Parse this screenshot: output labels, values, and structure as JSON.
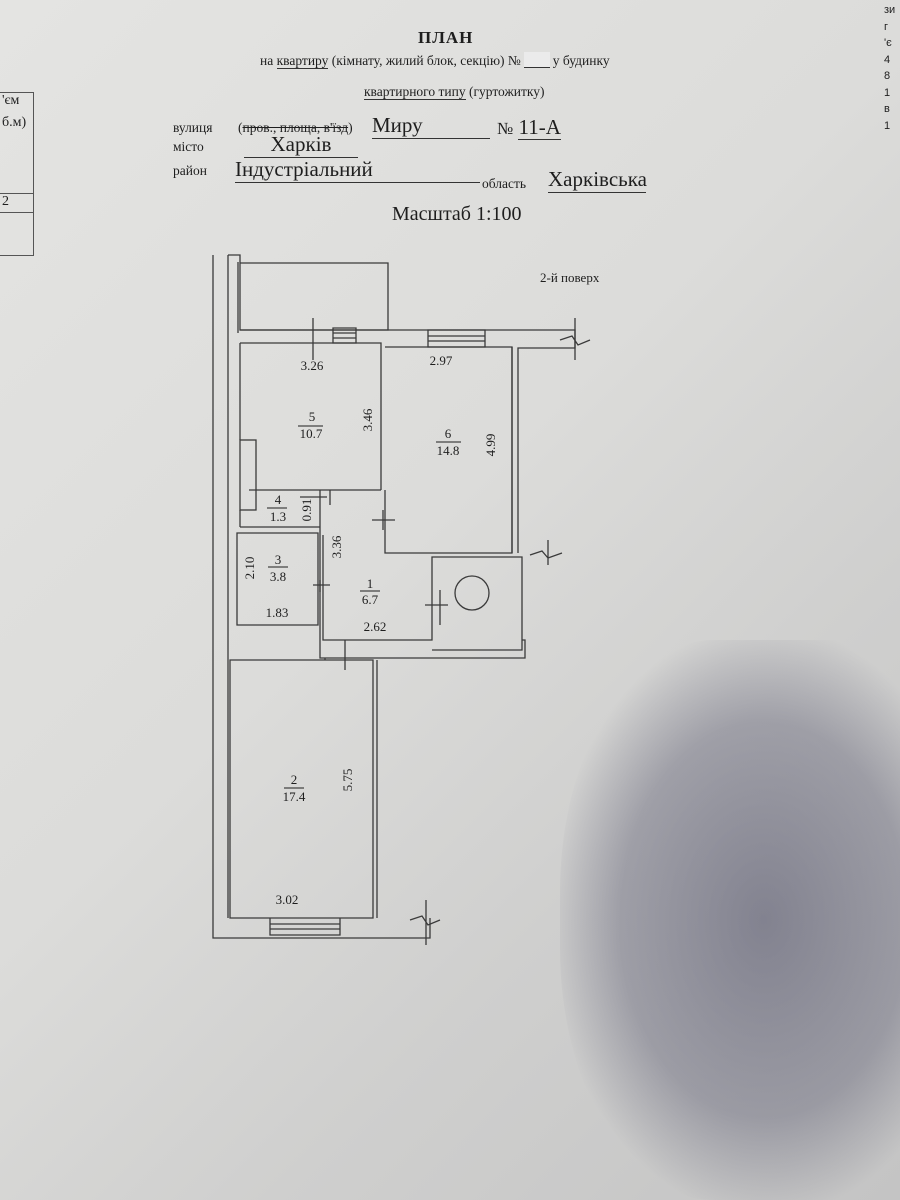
{
  "header": {
    "title": "ПЛАН",
    "line1_prefix": "на",
    "line1_object": "квартиру",
    "line1_rest": "(кімнату, жилий блок, секцію) №",
    "line1_suffix": "у будинку",
    "line2_type": "квартирного типу",
    "line2_rest": "(гуртожитку)",
    "street_label": "вулиця",
    "street_paren_open": "(",
    "street_struck": "пров., площа, в'їзд",
    "street_paren_close": ")",
    "street_value": "Миру",
    "number_label": "№",
    "number_value": "11-А",
    "city_label": "місто",
    "city_value": "Харків",
    "district_label": "район",
    "district_value": "Індустріальний",
    "region_label": "область",
    "region_value": "Харківська",
    "scale": "Масштаб 1:100"
  },
  "left_table_fragment": [
    "'єм",
    "б.м)",
    "2"
  ],
  "right_column_fragment": [
    "зи",
    "г",
    "'є",
    "4",
    "8",
    "1",
    "в",
    "1"
  ],
  "plan": {
    "floor": "2-й поверх",
    "rooms": [
      {
        "number": "1",
        "area": "6.7"
      },
      {
        "number": "2",
        "area": "17.4"
      },
      {
        "number": "3",
        "area": "3.8"
      },
      {
        "number": "4",
        "area": "1.3"
      },
      {
        "number": "5",
        "area": "10.7"
      },
      {
        "number": "6",
        "area": "14.8"
      }
    ],
    "dimensions": {
      "r5_width": "3.26",
      "r5_length": "3.46",
      "r6_width": "2.97",
      "r6_length": "4.99",
      "r4_width": "0.91",
      "r3_length": "2.10",
      "r3_width": "1.83",
      "r1_length": "3.36",
      "r1_width": "2.62",
      "r2_length": "5.75",
      "r2_width": "3.02"
    }
  }
}
